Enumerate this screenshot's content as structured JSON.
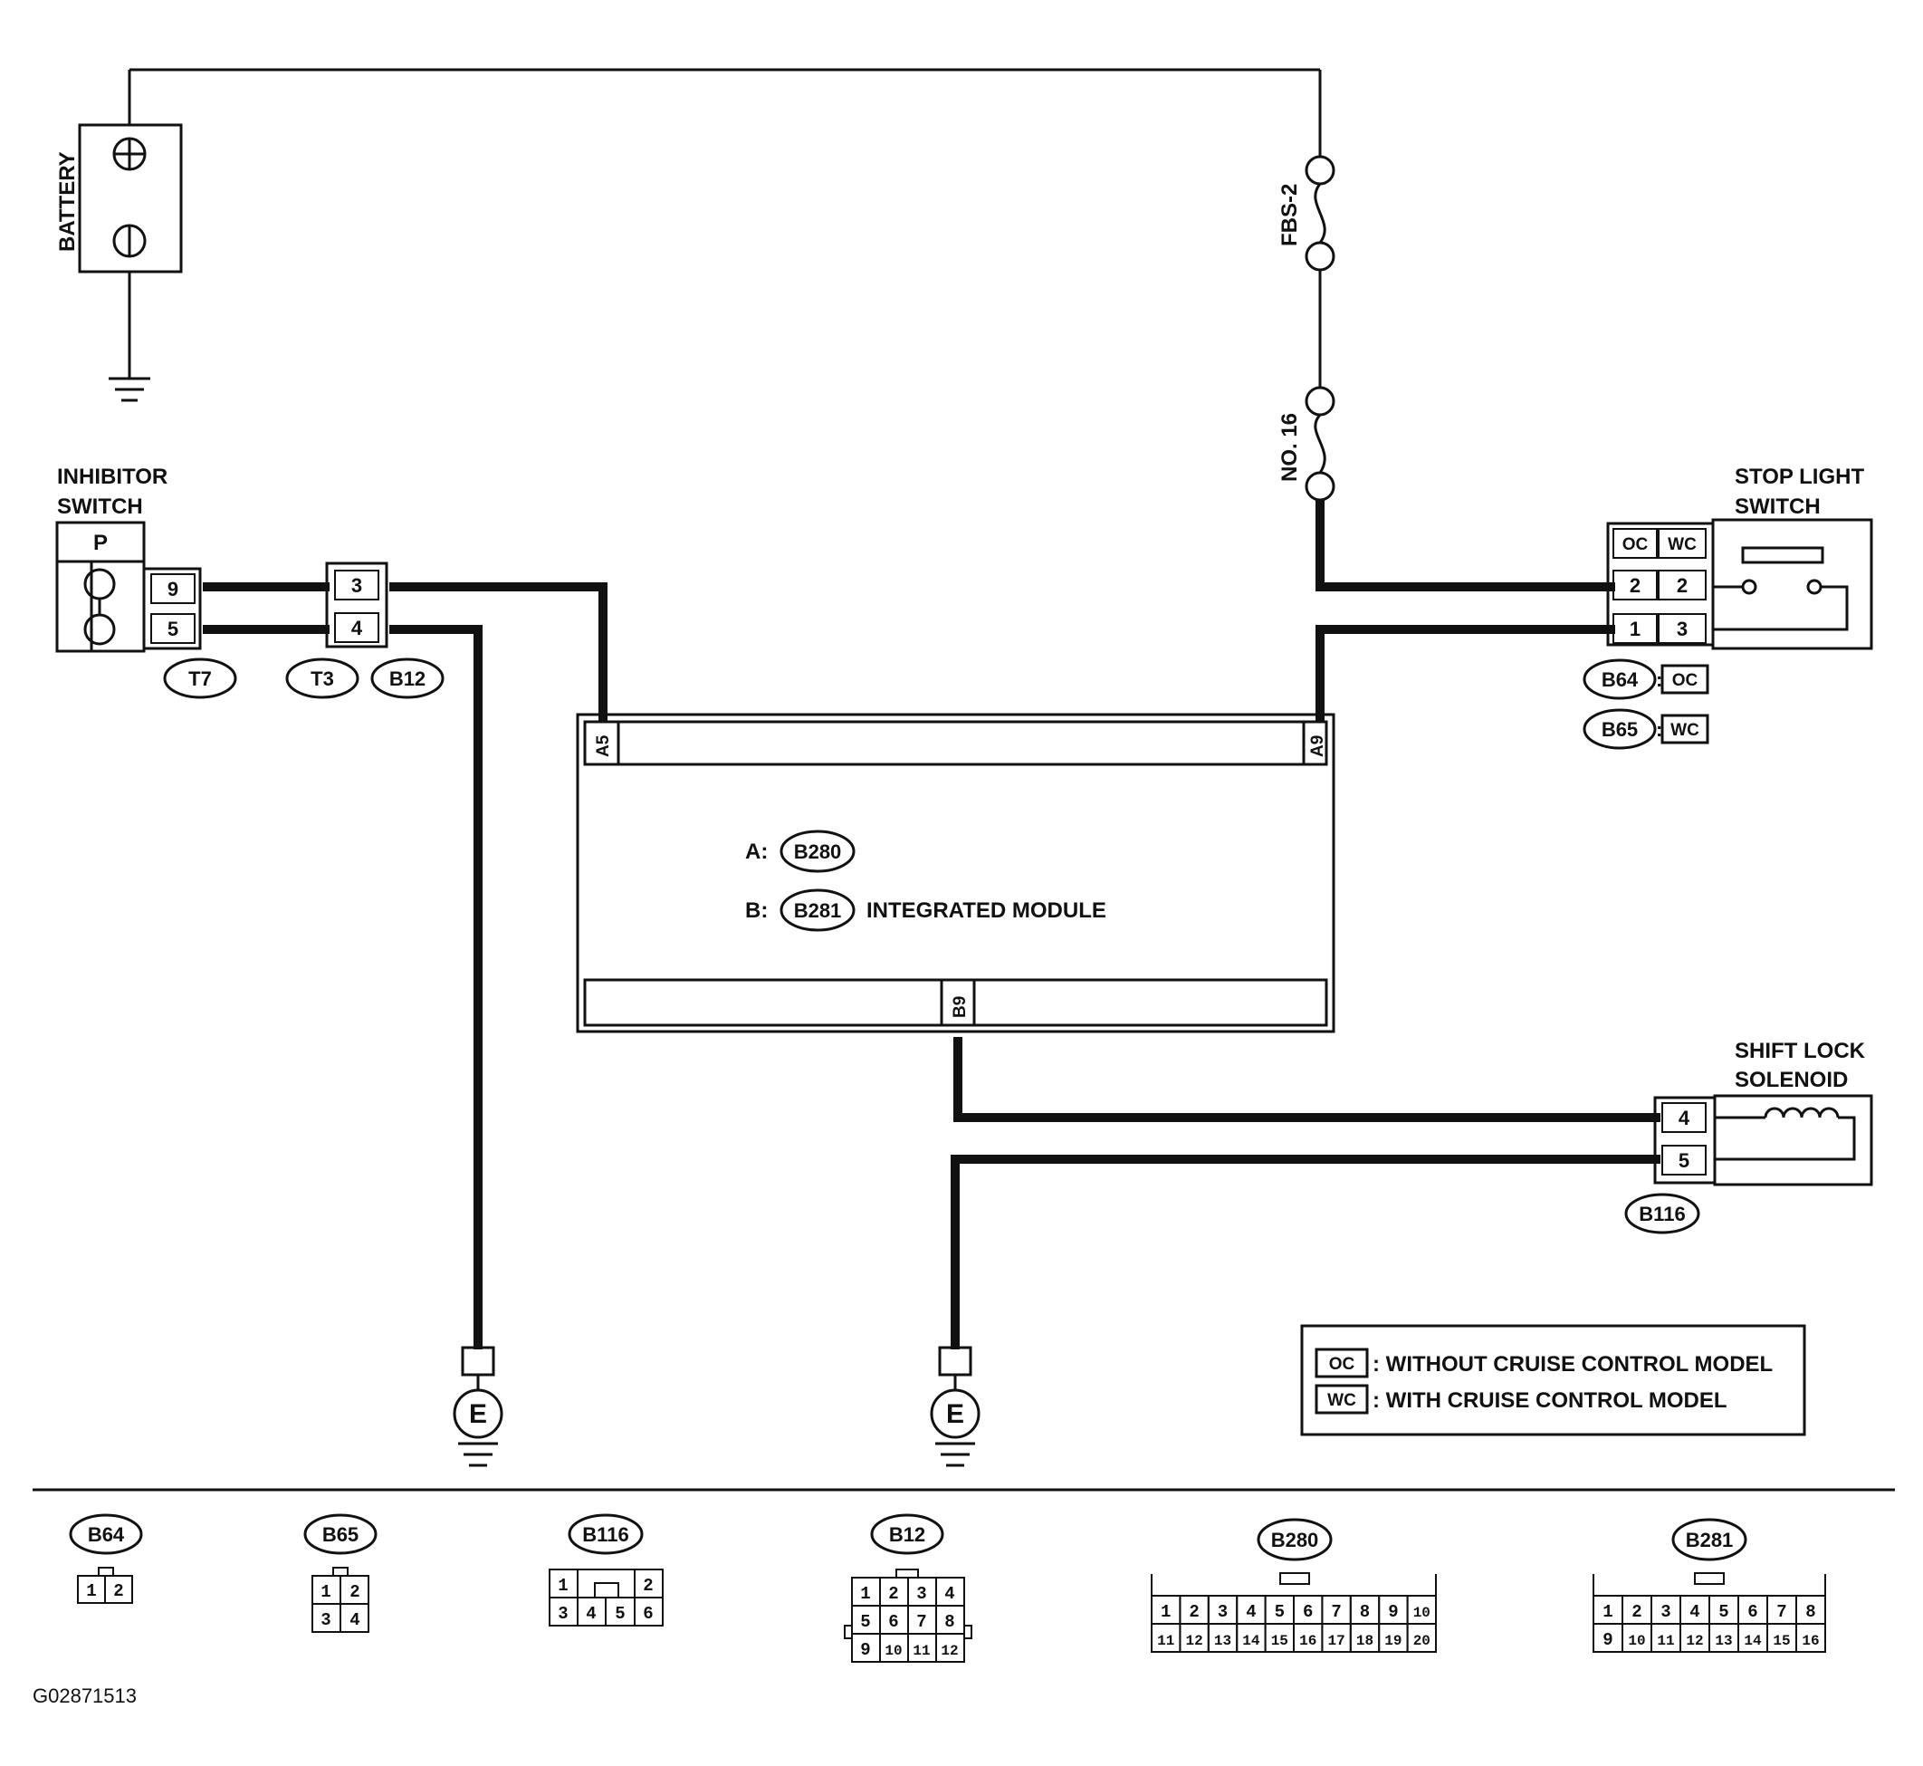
{
  "components": {
    "battery": {
      "label": "BATTERY",
      "plus": "⊕",
      "minus": "⊖"
    },
    "fuse1": {
      "label": "FBS-2"
    },
    "fuse2": {
      "label": "NO. 16"
    },
    "inhibitor_switch": {
      "label_line1": "INHIBITOR",
      "label_line2": "SWITCH",
      "position": "P",
      "pins": [
        "9",
        "5"
      ],
      "connector": "T7"
    },
    "joint_connector": {
      "pins": [
        "3",
        "4"
      ],
      "connectors": [
        "T3",
        "B12"
      ]
    },
    "stop_light_switch": {
      "label_line1": "STOP LIGHT",
      "label_line2": "SWITCH",
      "col_headers": [
        "OC",
        "WC"
      ],
      "rows": [
        [
          "2",
          "2"
        ],
        [
          "1",
          "3"
        ]
      ],
      "variants": [
        {
          "connector": "B64",
          "code": "OC"
        },
        {
          "connector": "B65",
          "code": "WC"
        }
      ]
    },
    "integrated_module": {
      "top_left_pin": "A5",
      "top_right_pin": "A9",
      "bottom_pin": "B9",
      "line_a_prefix": "A:",
      "line_a_connector": "B280",
      "line_b_prefix": "B:",
      "line_b_connector": "B281",
      "label": "INTEGRATED MODULE"
    },
    "shift_lock_solenoid": {
      "label_line1": "SHIFT LOCK",
      "label_line2": "SOLENOID",
      "pins": [
        "4",
        "5"
      ],
      "connector": "B116"
    },
    "grounds": [
      "E",
      "E"
    ]
  },
  "legend": [
    {
      "code": "OC",
      "text": ": WITHOUT CRUISE CONTROL MODEL"
    },
    {
      "code": "WC",
      "text": ": WITH CRUISE CONTROL MODEL"
    }
  ],
  "connector_views": [
    {
      "name": "B64",
      "rows": [
        [
          "1",
          "2"
        ]
      ]
    },
    {
      "name": "B65",
      "rows": [
        [
          "1",
          "2"
        ],
        [
          "3",
          "4"
        ]
      ]
    },
    {
      "name": "B116",
      "rows": [
        [
          "1",
          "",
          "",
          "2"
        ],
        [
          "3",
          "4",
          "5",
          "6"
        ]
      ]
    },
    {
      "name": "B12",
      "rows": [
        [
          "1",
          "2",
          "3",
          "4"
        ],
        [
          "5",
          "6",
          "7",
          "8"
        ],
        [
          "9",
          "10",
          "11",
          "12"
        ]
      ]
    },
    {
      "name": "B280",
      "rows": [
        [
          "1",
          "2",
          "3",
          "4",
          "5",
          "6",
          "7",
          "8",
          "9",
          "10"
        ],
        [
          "11",
          "12",
          "13",
          "14",
          "15",
          "16",
          "17",
          "18",
          "19",
          "20"
        ]
      ]
    },
    {
      "name": "B281",
      "rows": [
        [
          "1",
          "2",
          "3",
          "4",
          "5",
          "6",
          "7",
          "8"
        ],
        [
          "9",
          "10",
          "11",
          "12",
          "13",
          "14",
          "15",
          "16"
        ]
      ]
    }
  ],
  "figure_id": "G02871513"
}
